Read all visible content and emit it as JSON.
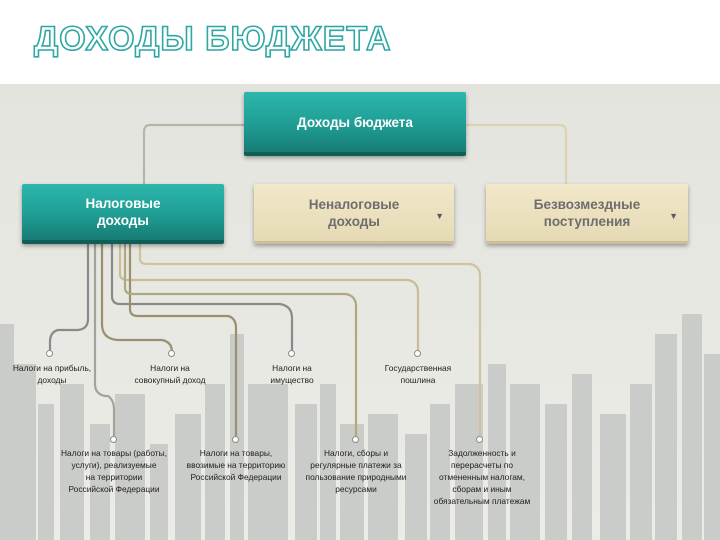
{
  "title": "ДОХОДЫ БЮДЖЕТА",
  "root": {
    "label": "Доходы бюджета"
  },
  "categories": [
    {
      "line1": "Налоговые",
      "line2": "доходы"
    },
    {
      "line1": "Неналоговые",
      "line2": "доходы",
      "arrow": "▼"
    },
    {
      "line1": "Безвозмездные",
      "line2": "поступления",
      "arrow": "▼"
    }
  ],
  "leaves": [
    {
      "line1": "Налоги на прибыль,",
      "line2": "доходы"
    },
    {
      "line1": "Налоги на",
      "line2": "совокупный доход"
    },
    {
      "line1": "Налоги на",
      "line2": "имущество"
    },
    {
      "line1": "Государственная",
      "line2": "пошлина"
    },
    {
      "line1": "Налоги на товары (работы,",
      "line2": "услуги), реализуемые",
      "line3": "на территории",
      "line4": "Российской Федерации"
    },
    {
      "line1": "Налоги на товары,",
      "line2": "ввозимые на территорию",
      "line3": "Российской Федерации"
    },
    {
      "line1": "Налоги, сборы и",
      "line2": "регулярные платежи за",
      "line3": "пользование природными",
      "line4": "ресурсами"
    },
    {
      "line1": "Задолженность и",
      "line2": "перерасчеты по",
      "line3": "отмененным налогам,",
      "line4": "сборам и иным",
      "line5": "обязательным платежам"
    }
  ]
}
